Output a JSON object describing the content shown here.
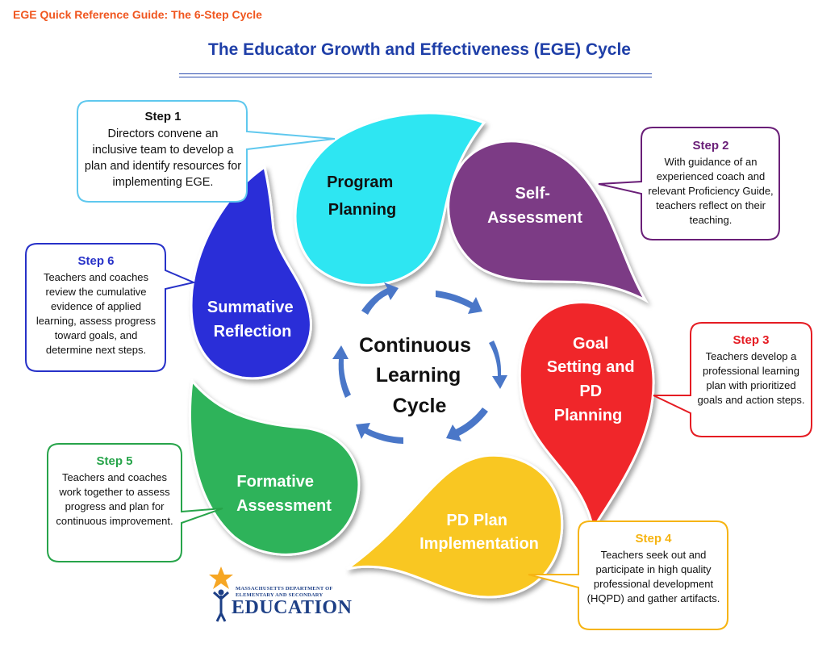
{
  "header": {
    "corner_title": "EGE Quick Reference Guide: The 6-Step Cycle",
    "main_title": "The Educator Growth and Effectiveness (EGE) Cycle"
  },
  "center": {
    "lines": [
      "Continuous",
      "Learning",
      "Cycle"
    ]
  },
  "petals": [
    {
      "lines": [
        "Program",
        "Planning"
      ],
      "color": "#27e8f4"
    },
    {
      "lines": [
        "Self-",
        "Assessment"
      ],
      "color": "#7b3a85"
    },
    {
      "lines": [
        "Goal",
        "Setting and",
        "PD",
        "Planning"
      ],
      "color": "#f0262a"
    },
    {
      "lines": [
        "PD Plan",
        "Implementation"
      ],
      "color": "#f9c11c"
    },
    {
      "lines": [
        "Formative",
        "Assessment"
      ],
      "color": "#24a84f"
    },
    {
      "lines": [
        "Summative",
        "Reflection"
      ],
      "color": "#2c2fd8"
    }
  ],
  "steps": [
    {
      "label": "Step 1",
      "text": "Directors convene an inclusive team to develop a plan and identify resources for implementing EGE.",
      "color": "#111111",
      "border": "#5fc8ee"
    },
    {
      "label": "Step 2",
      "text": "With guidance of an experienced coach and relevant Proficiency Guide, teachers reflect on their teaching.",
      "color": "#6a1f78",
      "border": "#6a1f78"
    },
    {
      "label": "Step 3",
      "text": "Teachers develop a professional learning plan with prioritized goals and action steps.",
      "color": "#e51c23",
      "border": "#e51c23"
    },
    {
      "label": "Step 4",
      "text": "Teachers seek out and participate in high quality professional development (HQPD) and gather artifacts.",
      "color": "#f6b412",
      "border": "#f6b412"
    },
    {
      "label": "Step 5",
      "text": "Teachers and coaches work together to assess progress and plan for continuous improvement.",
      "color": "#27a44a",
      "border": "#27a44a"
    },
    {
      "label": "Step 6",
      "text": "Teachers and coaches review the cumulative evidence of applied learning, assess progress toward goals, and determine next steps.",
      "color": "#2731c8",
      "border": "#2731c8"
    }
  ],
  "logo": {
    "line1": "MASSACHUSETTS DEPARTMENT OF",
    "line2": "ELEMENTARY AND SECONDARY",
    "line3": "EDUCATION"
  },
  "colors": {
    "arrow": "#4a77c8",
    "title": "#1f3fa8",
    "corner_title": "#f0561f"
  }
}
